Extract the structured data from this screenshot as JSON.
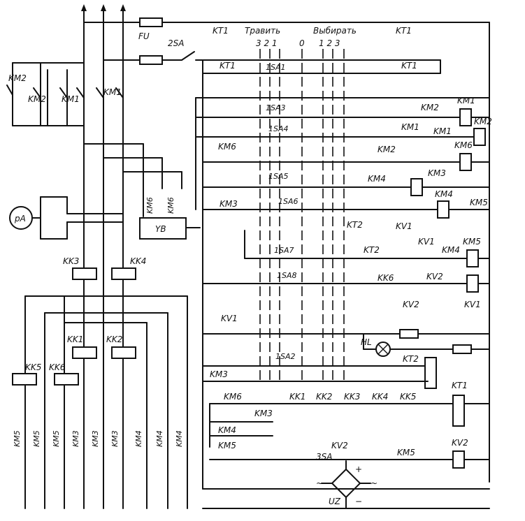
{
  "labels": {
    "fu": "FU",
    "sa2_top": "2SA",
    "kt1_top_left": "KT1",
    "kt1_top_right": "KT1",
    "kt1_contact_left": "KT1",
    "kt1_contact_right": "KT1",
    "travit": "Травить",
    "vybirat": "Выбирать",
    "pos_left": "3 2 1",
    "pos_zero": "0",
    "pos_right": "1 2 3",
    "sa1_1": "1SA1",
    "sa1_3": "1SA3",
    "sa1_4": "1SA4",
    "sa1_5": "1SA5",
    "sa1_6": "1SA6",
    "sa1_7": "1SA7",
    "sa1_8": "1SA8",
    "sa1_2": "1SA2",
    "km2_left": "KM2",
    "km2_power": "KM2",
    "km1_power_a": "KM1",
    "km1_power_b": "KM1",
    "km6_r3": "KM6",
    "km3_r6": "KM3",
    "km6_yb": "KM6",
    "km6_yb2": "KM6",
    "yb": "YB",
    "pa": "pA",
    "kk3": "KK3",
    "kk4": "KK4",
    "kk1": "KK1",
    "kk2": "KK2",
    "kk5": "KK5",
    "kk6": "KK6",
    "coil_km1": "KM1",
    "coil_km2": "KM2",
    "coil_km6": "KM6",
    "coil_km3": "KM3",
    "coil_km4": "KM4",
    "coil_km5": "KM5",
    "km2_r1": "KM2",
    "km1_r2": "KM1",
    "km1_r2b": "KM1",
    "km2_r3": "KM2",
    "km4_r4": "KM4",
    "kt2_top": "KT2",
    "kv1_r6": "KV1",
    "kt2_r7": "KT2",
    "kv1_r7": "KV1",
    "km4_r7": "KM4",
    "kk6_r8": "KK6",
    "kv2_r8": "KV2",
    "kv2_r9": "KV2",
    "coil_kv1": "KV1",
    "kv1_r10": "KV1",
    "hl": "HL",
    "km3_r12": "KM3",
    "coil_kt2": "KT2",
    "km6_r13": "KM6",
    "km3_r13b": "KM3",
    "kk1_b": "KK1",
    "kk2_b": "KK2",
    "kk3_b": "KK3",
    "kk4_b": "KK4",
    "kk5_b": "KK5",
    "km4_r14": "KM4",
    "km5_r15": "KM5",
    "kv2_r15": "KV2",
    "km5_r15b": "KM5",
    "sa3": "3SA",
    "coil_kt1": "KT1",
    "coil_kv2": "KV2",
    "uz": "UZ",
    "plus": "+",
    "minus": "−",
    "ac_left": "~",
    "ac_right": "~",
    "motor_labels": [
      "KM5",
      "KM5",
      "KM5",
      "KM3",
      "KM3",
      "KM3",
      "KM4",
      "KM4",
      "KM4"
    ]
  }
}
